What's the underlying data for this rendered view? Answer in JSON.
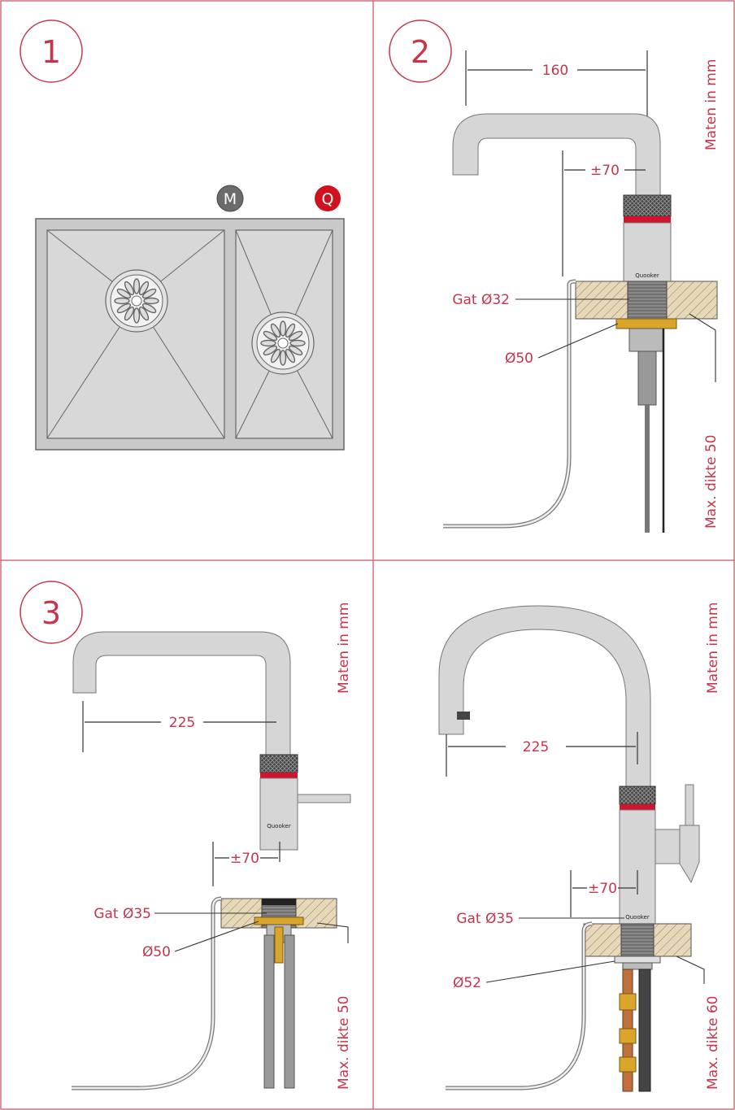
{
  "panels": [
    {
      "number": "1"
    },
    {
      "number": "2",
      "dimension_top": "160",
      "dimension_offset": "±70",
      "hole_label": "Gat Ø32",
      "washer_label": "Ø50",
      "thickness_label": "Max. dikte 50",
      "unit_label": "Maten in mm",
      "brand": "Quooker"
    },
    {
      "number": "3",
      "dimension_top": "225",
      "dimension_offset": "±70",
      "hole_label": "Gat Ø35",
      "washer_label": "Ø50",
      "thickness_label": "Max. dikte 50",
      "unit_label": "Maten in mm",
      "brand": "Quooker"
    },
    {
      "number": "",
      "dimension_top": "225",
      "dimension_offset": "±70",
      "hole_label": "Gat Ø35",
      "washer_label": "Ø52",
      "thickness_label": "Max. dikte 60",
      "unit_label": "Maten in mm",
      "brand": "Quooker"
    }
  ],
  "sink_badges": {
    "left": "M",
    "right": "Q"
  },
  "colors": {
    "accent": "#c8344a",
    "border": "#d4707e",
    "steel": "#d6d6d6",
    "wood": "#e0cfae",
    "brass": "#d9a52b"
  }
}
